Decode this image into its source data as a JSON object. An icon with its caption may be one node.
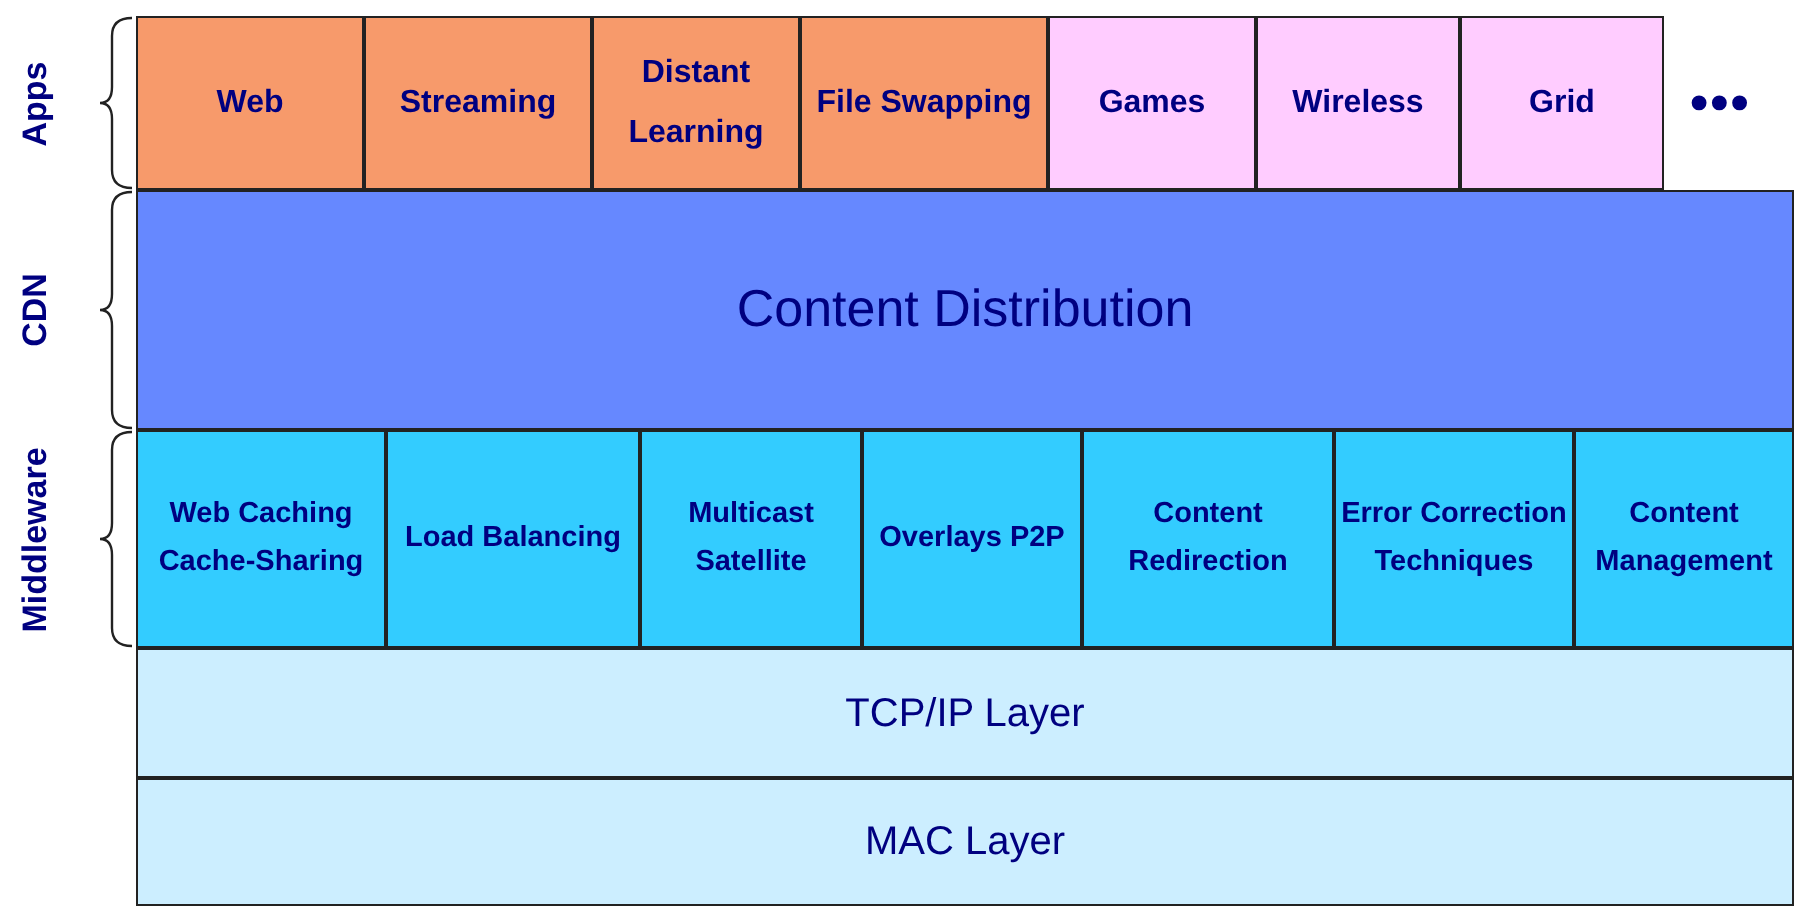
{
  "diagram": {
    "nodes": [
      {
        "text": [
          "Web"
        ]
      },
      {
        "text": [
          "Streaming"
        ]
      },
      {
        "text": [
          "Distant Learning"
        ]
      },
      {
        "text": [
          "File Swapping"
        ]
      },
      {
        "text": [
          "Games"
        ]
      },
      {
        "text": [
          "Wireless"
        ]
      },
      {
        "text": [
          "Grid"
        ]
      },
      {
        "text": [
          "Content Distribution"
        ]
      },
      {
        "text": [
          "Web Caching Cache-Sharing"
        ]
      },
      {
        "text": [
          "Load Balancing"
        ]
      },
      {
        "text": [
          "Multicast Satellite"
        ]
      },
      {
        "text": [
          "Overlays P2P"
        ]
      },
      {
        "text": [
          "Content Redirection"
        ]
      },
      {
        "text": [
          "Error Correction Techniques"
        ]
      },
      {
        "text": [
          "Content Management"
        ]
      },
      {
        "text": [
          "TCP/IP Layer"
        ]
      },
      {
        "text": [
          "MAC Layer"
        ]
      }
    ],
    "edges": [],
    "labels": [
      "Apps",
      "CDN",
      "Middleware",
      "•••"
    ]
  }
}
